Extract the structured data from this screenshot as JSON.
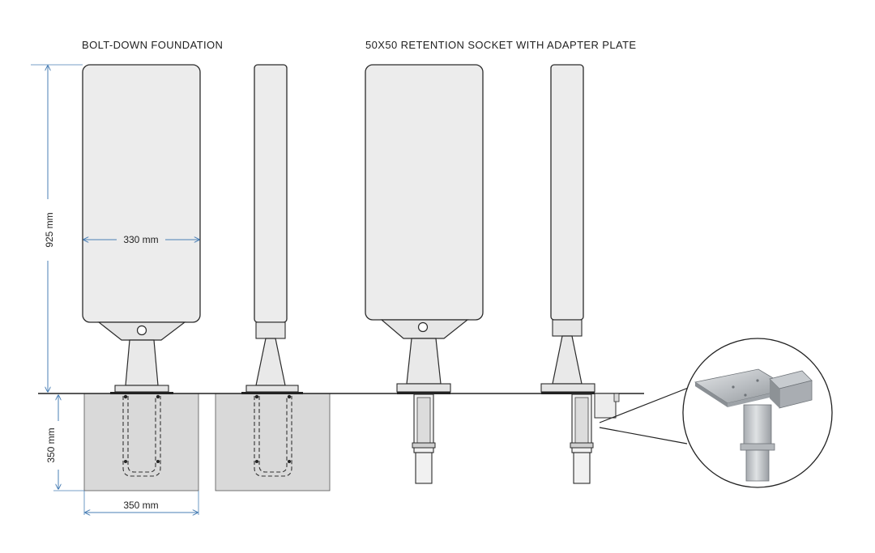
{
  "titles": {
    "bolt_down": "BOLT-DOWN FOUNDATION",
    "retention": "50X50 RETENTION SOCKET WITH ADAPTER PLATE"
  },
  "dimensions": {
    "height": "925 mm",
    "width": "330 mm",
    "depth": "350 mm",
    "foundation_width": "350 mm"
  },
  "colors": {
    "dimension_line": "#4a7fb5",
    "sign_fill": "#ececec",
    "outline": "#2b2b2b",
    "foundation_fill": "#d9d9d9"
  }
}
